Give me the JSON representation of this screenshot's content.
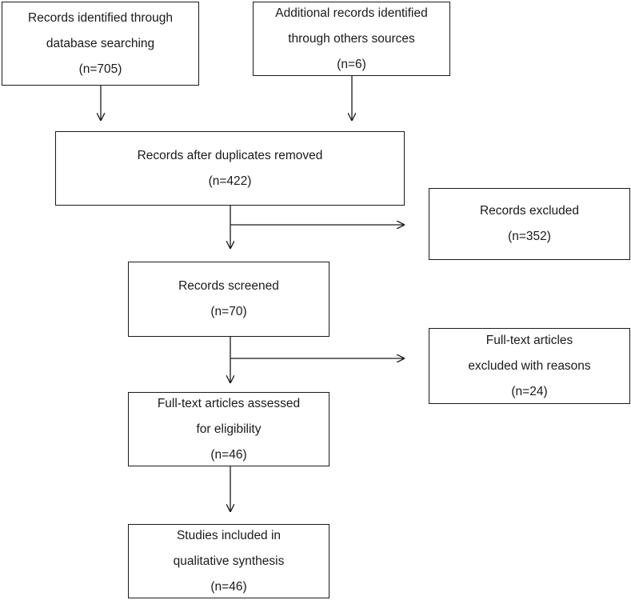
{
  "boxes": {
    "database": {
      "line1": "Records identified through",
      "line2": "database searching",
      "count": "(n=705)"
    },
    "other": {
      "line1": "Additional records identified",
      "line2": "through others sources",
      "count": "(n=6)"
    },
    "deduplicated": {
      "line1": "Records after duplicates removed",
      "count": "(n=422)"
    },
    "excluded": {
      "line1": "Records excluded",
      "count": "(n=352)"
    },
    "screened": {
      "line1": "Records screened",
      "count": "(n=70)"
    },
    "fulltext_excluded": {
      "line1": "Full-text articles",
      "line2": "excluded with reasons",
      "count": "(n=24)"
    },
    "eligibility": {
      "line1": "Full-text articles assessed",
      "line2": "for eligibility",
      "count": "(n=46)"
    },
    "included": {
      "line1": "Studies included in",
      "line2": "qualitative synthesis",
      "count": "(n=46)"
    }
  },
  "colors": {
    "stroke": "#1a1a1a",
    "background": "#ffffff"
  }
}
